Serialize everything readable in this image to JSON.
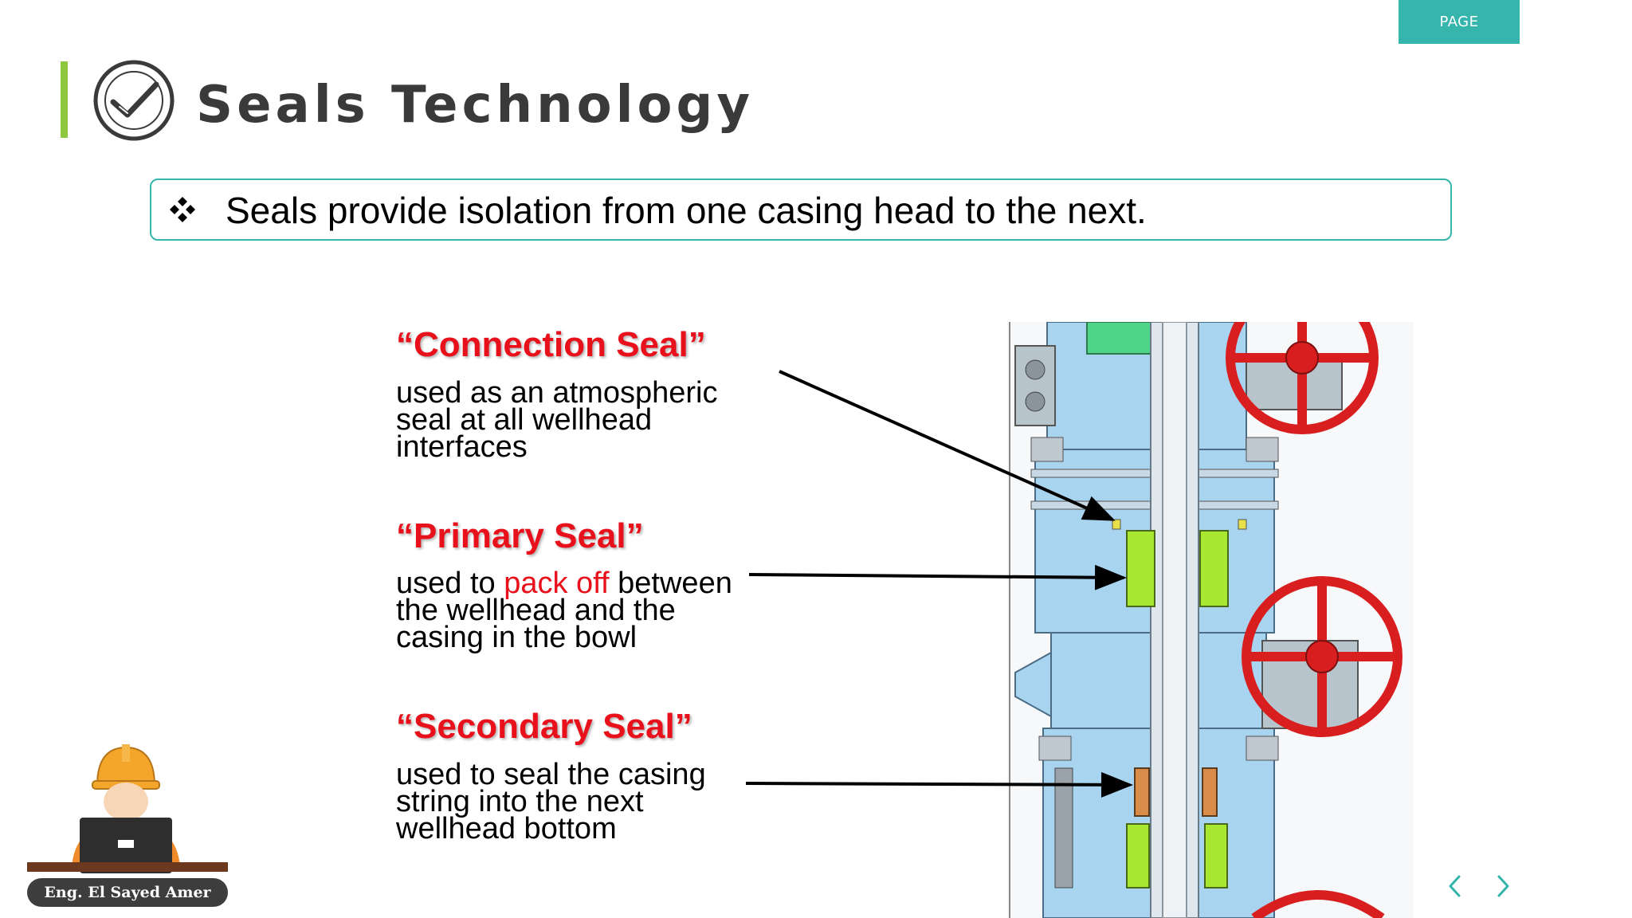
{
  "header": {
    "page_tag": "PAGE",
    "title": "Seals Technology"
  },
  "intro": {
    "text": "Seals provide isolation from one casing head to the next."
  },
  "seals": [
    {
      "title": "“Connection Seal”",
      "lines": [
        "used as an atmospheric",
        "seal at all wellhead",
        "interfaces"
      ]
    },
    {
      "title": "“Primary Seal”",
      "line1_pre": "used to ",
      "line1_highlight": "pack off",
      "line1_post": " between",
      "lines": [
        "the wellhead and the",
        "casing in the bowl"
      ]
    },
    {
      "title": "“Secondary Seal”",
      "lines": [
        "used to seal the casing",
        "string into the next",
        "wellhead bottom"
      ]
    }
  ],
  "author": {
    "name": "Eng. El Sayed Amer"
  },
  "colors": {
    "accent_teal": "#35b5ab",
    "accent_green": "#8dc63f",
    "seal_red": "#e8101a",
    "wellhead_blue": "#a9d4f0",
    "seal_green": "#a8e830",
    "valve_red": "#d81e1e"
  },
  "icons": {
    "title": "check-circle-icon",
    "bullet": "four-diamond-bullet-icon",
    "prev": "chevron-left-icon",
    "next": "chevron-right-icon"
  }
}
